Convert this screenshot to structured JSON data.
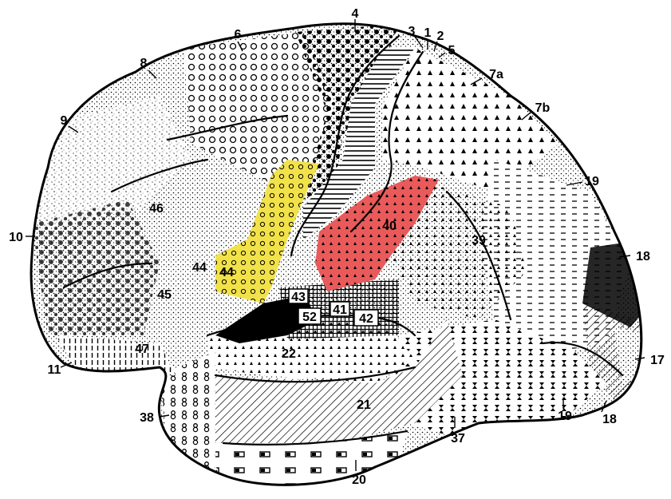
{
  "figure": {
    "area_labels": [
      "1",
      "2",
      "3",
      "4",
      "5",
      "6",
      "7a",
      "7b",
      "8",
      "9",
      "10",
      "11",
      "17",
      "18",
      "18",
      "19",
      "19",
      "20",
      "21",
      "22",
      "37",
      "38",
      "39",
      "40",
      "41",
      "42",
      "43",
      "44",
      "44",
      "45",
      "46",
      "47",
      "52"
    ],
    "highlights": {
      "broca_color": "#f2e24a",
      "supramarginal_color": "#ea5a5a"
    },
    "ink_color": "#000000"
  }
}
